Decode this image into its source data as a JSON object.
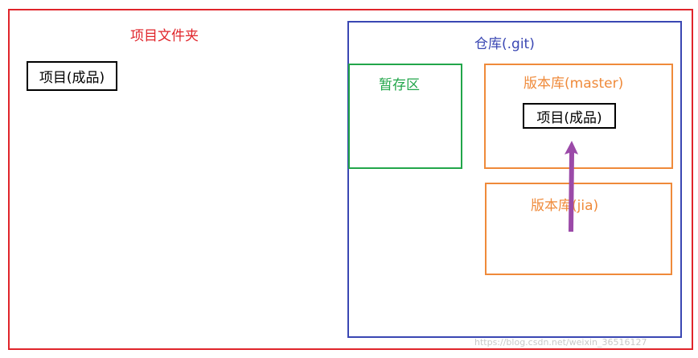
{
  "project_folder": {
    "title": "项目文件夹",
    "product_label": "项目(成品)"
  },
  "repository": {
    "title": "仓库(.git)",
    "staging": {
      "title": "暂存区"
    },
    "branch_master": {
      "title": "版本库(master)",
      "product_label": "项目(成品)"
    },
    "branch_jia": {
      "title": "版本库(jia)"
    }
  },
  "watermark": "https://blog.csdn.net/weixin_36516127",
  "colors": {
    "project_folder": "#e0252b",
    "repository": "#3a47b3",
    "staging": "#22a64a",
    "branch": "#ef8a3a",
    "arrow": "#9b4aa8"
  }
}
